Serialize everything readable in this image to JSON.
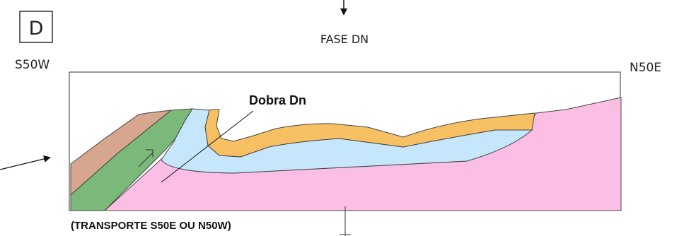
{
  "panel_label": "D",
  "phase_title": "FASE DN",
  "direction_left": "S50W",
  "direction_right": "N50E",
  "fold_label": "Dobra Dn",
  "transport_caption": "(TRANSPORTE S50E OU N50W)",
  "colors": {
    "brown_unit": "#d6a68e",
    "green_unit": "#7ab97a",
    "blue_unit": "#c6e6fb",
    "orange_unit": "#f7c062",
    "pink_basement": "#fbbfe6",
    "outline": "#444444"
  }
}
